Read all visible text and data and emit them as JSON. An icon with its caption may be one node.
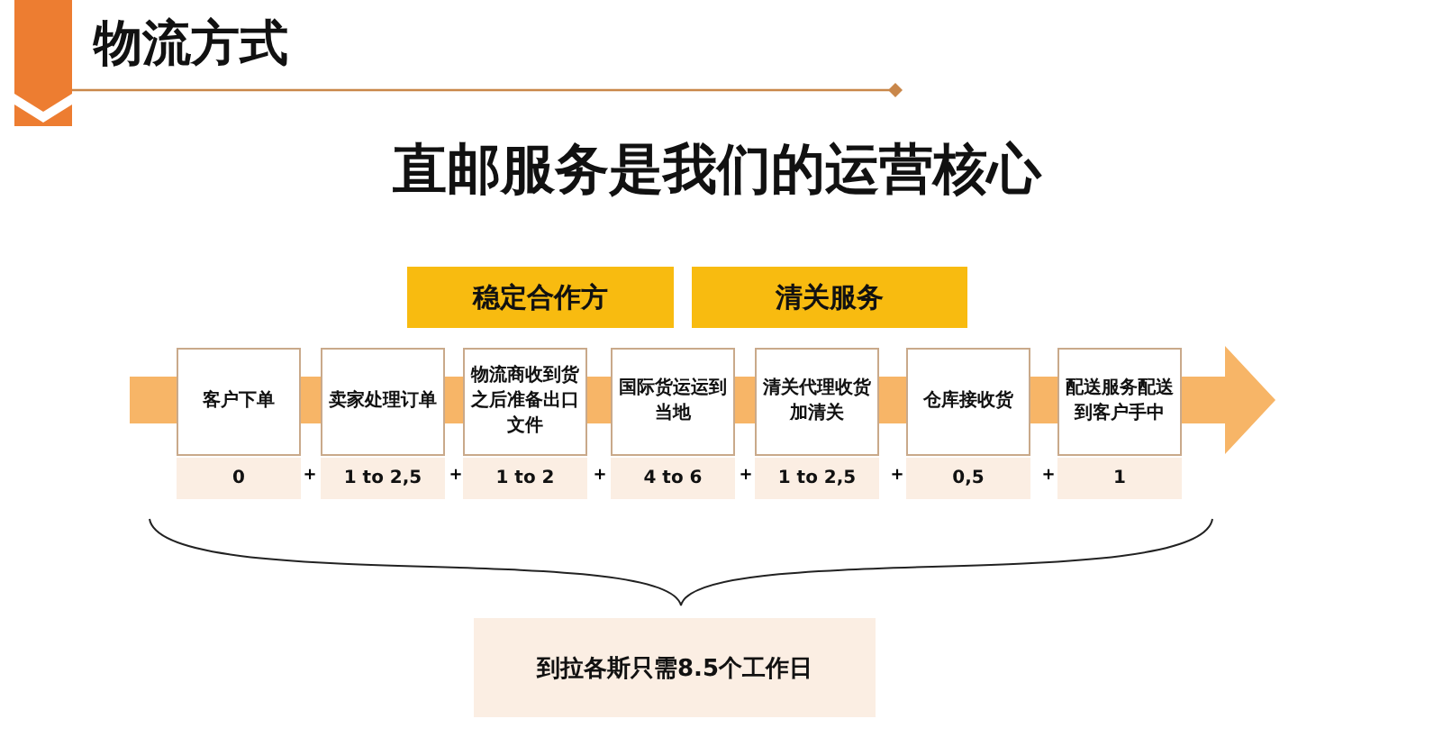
{
  "diagram": {
    "title": "物流方式",
    "nodes": [
      {
        "text": [
          "稳定合作方"
        ]
      },
      {
        "text": [
          "清关服务"
        ]
      },
      {
        "text": [
          "客户下单"
        ]
      },
      {
        "text": [
          "卖家处理订单"
        ]
      },
      {
        "text": [
          "物流商收到货之后准备出口文件"
        ]
      },
      {
        "text": [
          "国际货运运到当地"
        ]
      },
      {
        "text": [
          "清关代理收货加清关"
        ]
      },
      {
        "text": [
          "仓库接收货"
        ]
      },
      {
        "text": [
          "配送服务配送到客户手中"
        ]
      },
      {
        "text": [
          "0"
        ]
      },
      {
        "text": [
          "1 to 2,5"
        ]
      },
      {
        "text": [
          "1 to 2"
        ]
      },
      {
        "text": [
          "4 to 6"
        ]
      },
      {
        "text": [
          "1 to 2,5"
        ]
      },
      {
        "text": [
          "0,5"
        ]
      },
      {
        "text": [
          "1"
        ]
      },
      {
        "text": [
          "到拉各斯只需8.5个工作日"
        ]
      }
    ],
    "labels": [
      "直邮服务是我们的运营核心",
      "+",
      "+",
      "+",
      "+",
      "+",
      "+"
    ]
  }
}
